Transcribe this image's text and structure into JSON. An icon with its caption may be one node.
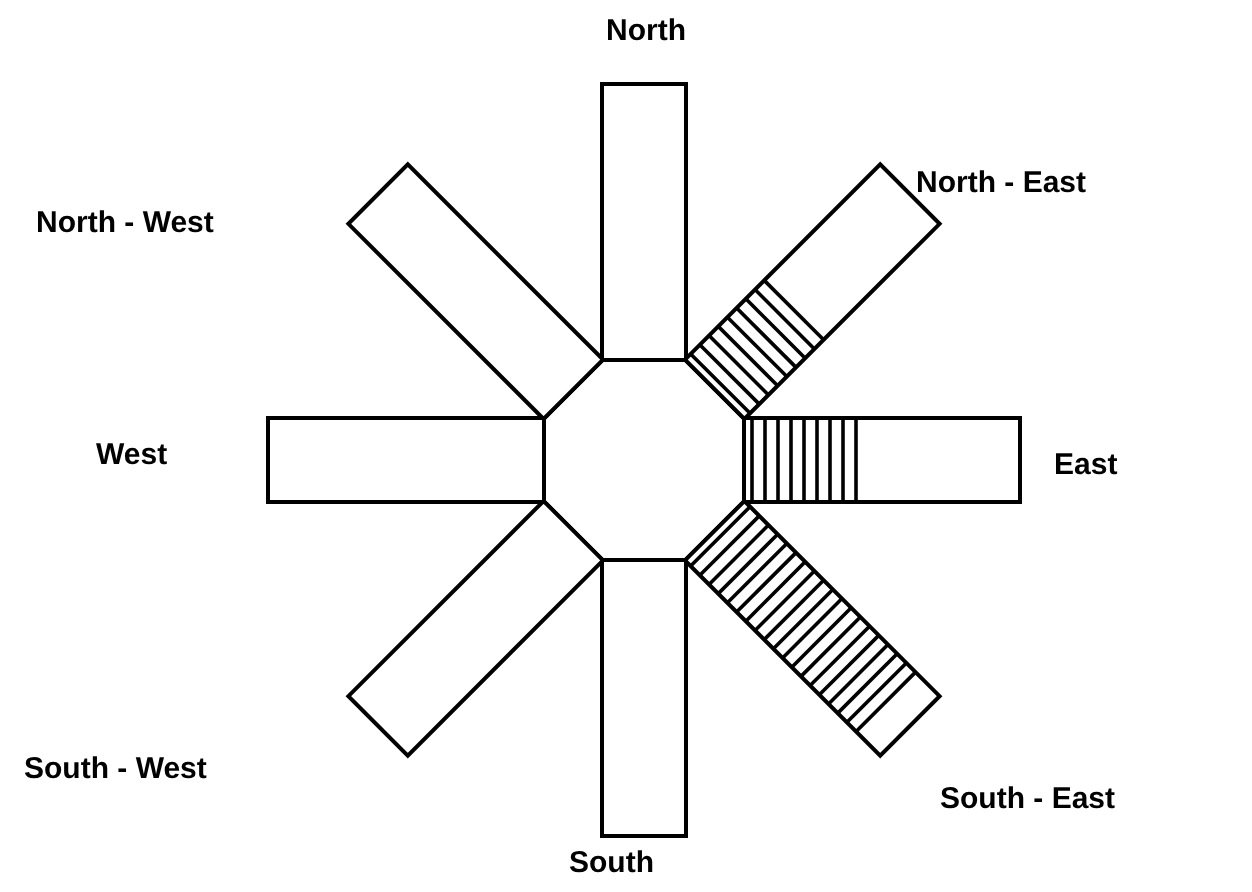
{
  "diagram": {
    "labels": [
      "North",
      "North - West",
      "North - East",
      "West",
      "East",
      "South - West",
      "South - East",
      "South"
    ]
  }
}
